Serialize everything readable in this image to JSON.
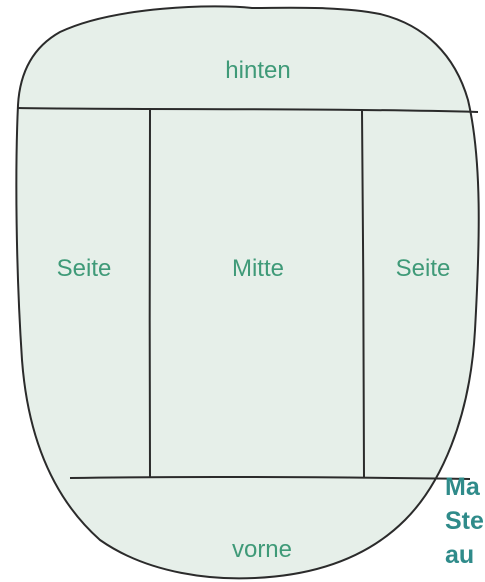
{
  "diagram": {
    "title": "",
    "zones": {
      "back": "hinten",
      "side_left": "Seite",
      "middle": "Mitte",
      "side_right": "Seite",
      "front": "vorne"
    },
    "colors": {
      "fill": "#e6efe9",
      "outline": "#2b2b2b",
      "label": "#3f9a78"
    }
  },
  "caption": {
    "lines": [
      "Ma",
      "Ste",
      "au"
    ],
    "color": "#2f8b8a"
  }
}
